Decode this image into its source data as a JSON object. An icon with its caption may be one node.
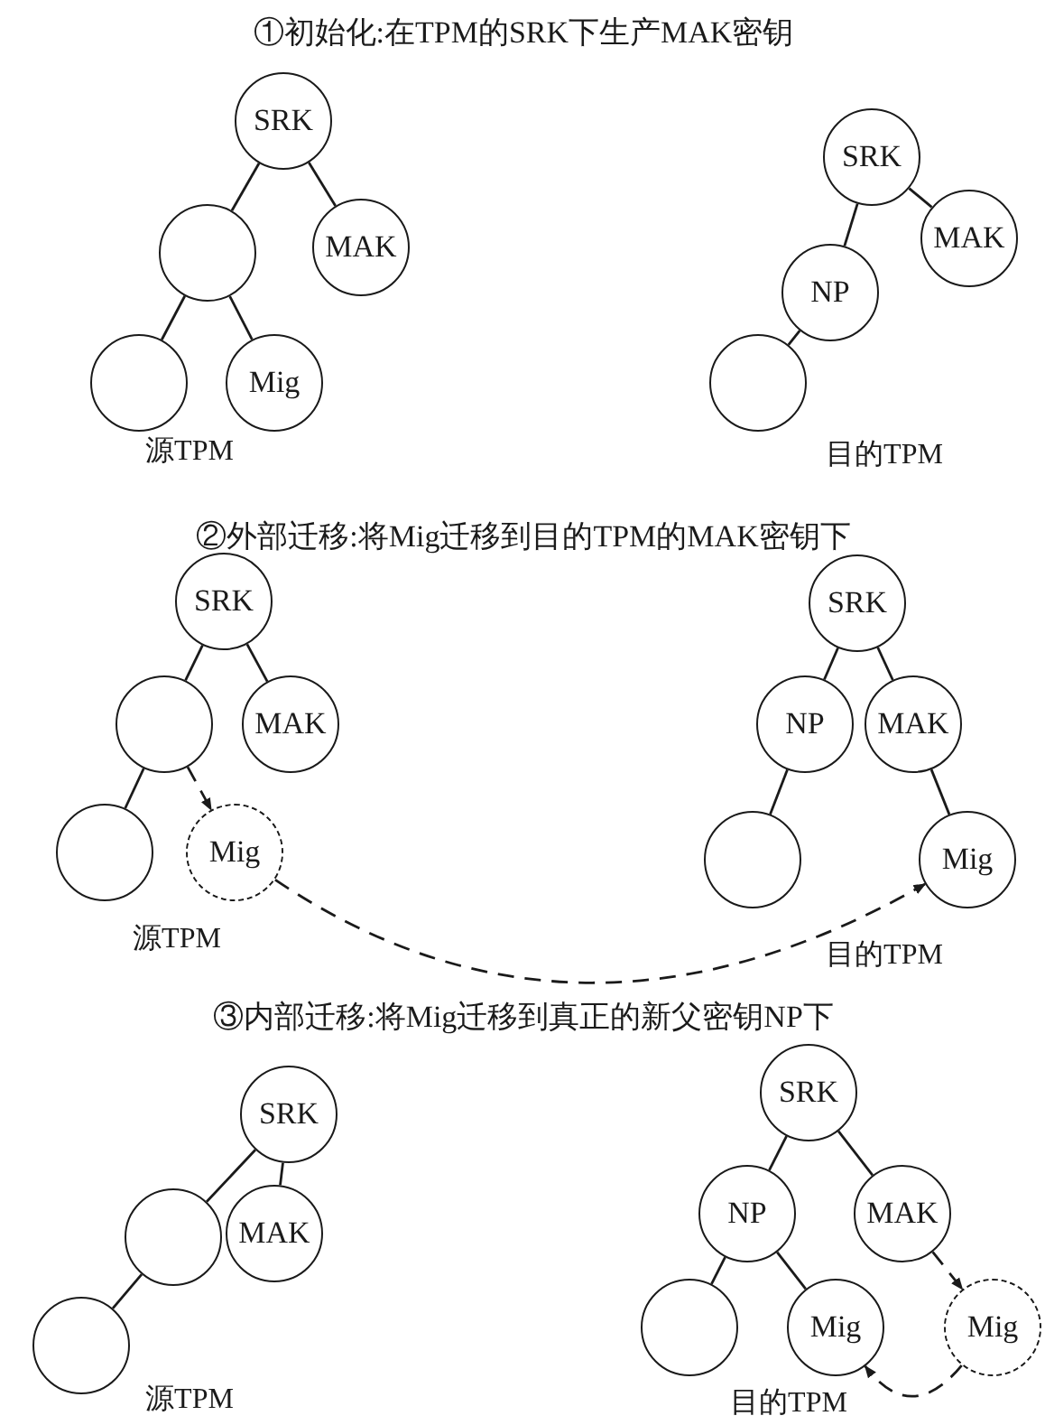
{
  "diagram": {
    "nodes": [
      {
        "text": [
          "SRK"
        ]
      },
      {
        "text": [],
        "shape": "circle"
      },
      {
        "text": [
          "MAK"
        ]
      },
      {
        "text": [],
        "shape": "circle"
      },
      {
        "text": [
          "Mig"
        ]
      },
      {
        "text": [
          "SRK"
        ]
      },
      {
        "text": [
          "NP"
        ]
      },
      {
        "text": [
          "MAK"
        ]
      },
      {
        "text": [],
        "shape": "circle"
      },
      {
        "text": [
          "SRK"
        ]
      },
      {
        "text": [],
        "shape": "circle"
      },
      {
        "text": [
          "MAK"
        ]
      },
      {
        "text": [],
        "shape": "circle"
      },
      {
        "text": [
          "Mig"
        ]
      },
      {
        "text": [
          "SRK"
        ]
      },
      {
        "text": [
          "NP"
        ]
      },
      {
        "text": [
          "MAK"
        ]
      },
      {
        "text": [],
        "shape": "circle"
      },
      {
        "text": [
          "Mig"
        ]
      },
      {
        "text": [
          "SRK"
        ]
      },
      {
        "text": [],
        "shape": "circle"
      },
      {
        "text": [
          "MAK"
        ]
      },
      {
        "text": [],
        "shape": "circle"
      },
      {
        "text": [
          "SRK"
        ]
      },
      {
        "text": [
          "NP"
        ]
      },
      {
        "text": [
          "MAK"
        ]
      },
      {
        "text": [],
        "shape": "circle"
      },
      {
        "text": [
          "Mig"
        ]
      },
      {
        "text": [
          "Mig"
        ]
      }
    ],
    "edges": [
      {
        "from": 0,
        "to": 1,
        "arrow": "none"
      },
      {
        "from": 0,
        "to": 2,
        "arrow": "none"
      },
      {
        "from": 1,
        "to": 3,
        "arrow": "none"
      },
      {
        "from": 1,
        "to": 4,
        "arrow": "none"
      },
      {
        "from": 5,
        "to": 6,
        "arrow": "none"
      },
      {
        "from": 5,
        "to": 7,
        "arrow": "none"
      },
      {
        "from": 6,
        "to": 8,
        "arrow": "none"
      },
      {
        "from": 9,
        "to": 10,
        "arrow": "none"
      },
      {
        "from": 9,
        "to": 11,
        "arrow": "none"
      },
      {
        "from": 10,
        "to": 12,
        "arrow": "none"
      },
      {
        "from": 10,
        "to": 13,
        "arrow": "to",
        "style": "dashed"
      },
      {
        "from": 13,
        "to": 18,
        "arrow": "to",
        "style": "dashed"
      },
      {
        "from": 14,
        "to": 15,
        "arrow": "none"
      },
      {
        "from": 14,
        "to": 16,
        "arrow": "none"
      },
      {
        "from": 15,
        "to": 17,
        "arrow": "none"
      },
      {
        "from": 16,
        "to": 18,
        "arrow": "none"
      },
      {
        "from": 19,
        "to": 20,
        "arrow": "none"
      },
      {
        "from": 19,
        "to": 21,
        "arrow": "none"
      },
      {
        "from": 20,
        "to": 22,
        "arrow": "none"
      },
      {
        "from": 23,
        "to": 24,
        "arrow": "none"
      },
      {
        "from": 23,
        "to": 25,
        "arrow": "none"
      },
      {
        "from": 24,
        "to": 26,
        "arrow": "none"
      },
      {
        "from": 24,
        "to": 27,
        "arrow": "none"
      },
      {
        "from": 25,
        "to": 28,
        "arrow": "to",
        "style": "dashed"
      },
      {
        "from": 28,
        "to": 27,
        "arrow": "to",
        "style": "dashed"
      }
    ],
    "labels": [
      "①初始化:在TPM的SRK下生产MAK密钥",
      "源TPM",
      "目的TPM",
      "②外部迁移:将Mig迁移到目的TPM的MAK密钥下",
      "源TPM",
      "目的TPM",
      "③内部迁移:将Mig迁移到真正的新父密钥NP下",
      "源TPM",
      "目的TPM"
    ]
  }
}
